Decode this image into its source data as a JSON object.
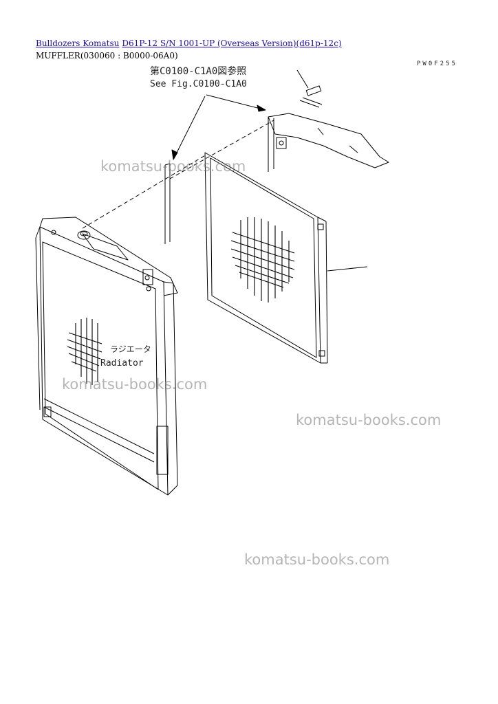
{
  "breadcrumb": {
    "link1": "Bulldozers Komatsu",
    "link2": "D61P-12 S/N 1001-UP (Overseas Version)(d61p-12c)"
  },
  "subtitle": "MUFFLER(030060 : B0000-06A0)",
  "diagram": {
    "drawing_code_top": "PW0F255",
    "drawing_code_bottom": "",
    "note_line1": "第C0100-C1A0図参照",
    "note_line2": "See Fig.C0100-C1A0",
    "radiator_label_jp": "ラジエータ",
    "radiator_label_en": "Radiator"
  },
  "watermarks": [
    "komatsu-books.com",
    "komatsu-books.com",
    "komatsu-books.com",
    "komatsu-books.com"
  ]
}
